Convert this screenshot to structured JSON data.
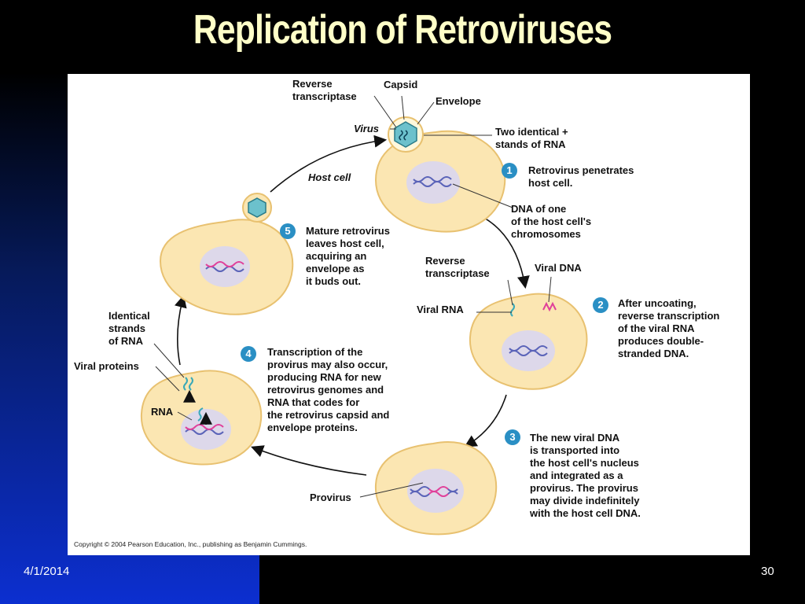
{
  "slide": {
    "title": "Replication of Retroviruses",
    "date": "4/1/2014",
    "page_number": "30"
  },
  "diagram": {
    "labels": {
      "reverse_transcriptase_top": "Reverse\ntranscriptase",
      "capsid": "Capsid",
      "envelope": "Envelope",
      "virus": "Virus",
      "two_strands": "Two identical +\nstands of RNA",
      "host_cell": "Host cell",
      "dna_host": "DNA of one\nof the host cell's\nchromosomes",
      "reverse_transcriptase_mid": "Reverse\ntranscriptase",
      "viral_dna": "Viral DNA",
      "viral_rna": "Viral RNA",
      "identical_strands": "Identical\nstrands\nof RNA",
      "viral_proteins": "Viral proteins",
      "rna": "RNA",
      "provirus": "Provirus"
    },
    "steps": [
      {
        "number": "1",
        "text": "Retrovirus penetrates\nhost cell."
      },
      {
        "number": "2",
        "text": "After uncoating,\nreverse transcription\nof the viral RNA\nproduces double-\nstranded DNA."
      },
      {
        "number": "3",
        "text": "The new viral DNA\nis transported into\nthe host cell's nucleus\nand integrated as a\nprovirus. The provirus\nmay divide indefinitely\nwith the host cell DNA."
      },
      {
        "number": "4",
        "text": "Transcription of the\nprovirus may also occur,\nproducing RNA for new\nretrovirus genomes and\nRNA that codes for\nthe retrovirus capsid and\nenvelope proteins."
      },
      {
        "number": "5",
        "text": "Mature retrovirus\nleaves host cell,\nacquiring an\nenvelope as\nit buds out."
      }
    ],
    "copyright": "Copyright © 2004 Pearson Education, Inc., publishing as Benjamin Cummings."
  },
  "colors": {
    "title": "#ffffc8",
    "cell_fill": "#fbe6b2",
    "cell_stroke": "#e8c170",
    "nucleus_fill": "#ddd8ea",
    "badge": "#2a8fc4",
    "viral_dna": "#e0409a",
    "host_dna": "#5a63b8",
    "virus_teal": "#3aa9b8"
  }
}
